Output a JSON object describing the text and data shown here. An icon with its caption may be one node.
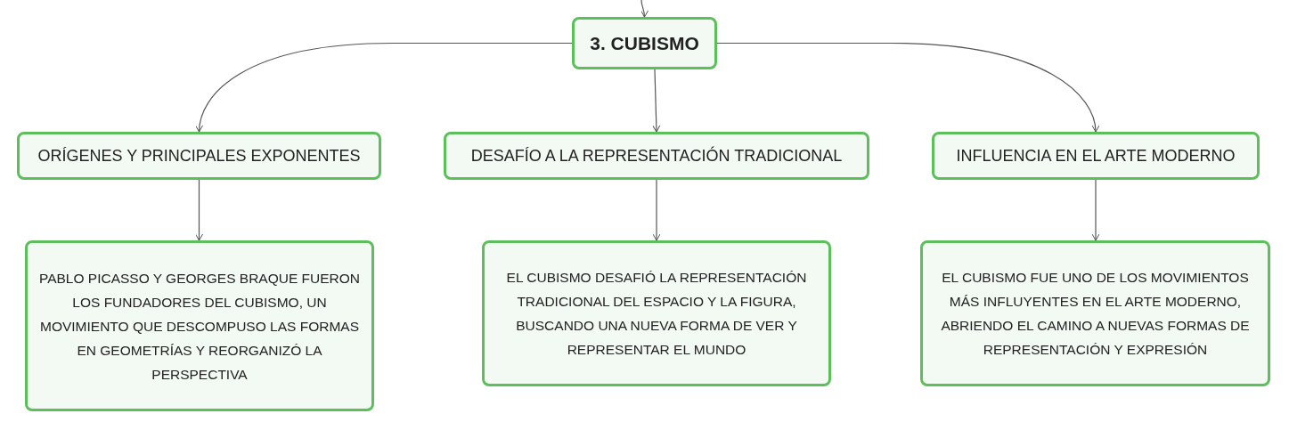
{
  "diagram": {
    "nodes": [
      {
        "text": [
          "3. CUBISMO"
        ]
      },
      {
        "text": [
          "ORÍGENES Y PRINCIPALES EXPONENTES"
        ]
      },
      {
        "text": [
          "DESAFÍO A LA REPRESENTACIÓN TRADICIONAL"
        ]
      },
      {
        "text": [
          "INFLUENCIA EN EL ARTE MODERNO"
        ]
      },
      {
        "text": [
          "PABLO PICASSO Y GEORGES BRAQUE FUERON LOS FUNDADORES DEL CUBISMO, UN MOVIMIENTO QUE DESCOMPUSO LAS FORMAS EN GEOMETRÍAS Y REORGANIZÓ LA PERSPECTIVA"
        ]
      },
      {
        "text": [
          "EL CUBISMO DESAFIÓ LA REPRESENTACIÓN TRADICIONAL DEL ESPACIO Y LA FIGURA, BUSCANDO UNA NUEVA FORMA DE VER Y REPRESENTAR EL MUNDO"
        ]
      },
      {
        "text": [
          "EL CUBISMO FUE UNO DE LOS MOVIMIENTOS MÁS INFLUYENTES EN EL ARTE MODERNO, ABRIENDO EL CAMINO A NUEVAS FORMAS DE REPRESENTACIÓN Y EXPRESIÓN"
        ]
      }
    ],
    "edges": [
      {
        "from": null,
        "to": 0,
        "arrow": "to"
      },
      {
        "from": 0,
        "to": 1,
        "arrow": "to"
      },
      {
        "from": 0,
        "to": 2,
        "arrow": "to"
      },
      {
        "from": 0,
        "to": 3,
        "arrow": "to"
      },
      {
        "from": 1,
        "to": 4,
        "arrow": "to"
      },
      {
        "from": 2,
        "to": 5,
        "arrow": "to"
      },
      {
        "from": 3,
        "to": 6,
        "arrow": "to"
      }
    ]
  }
}
